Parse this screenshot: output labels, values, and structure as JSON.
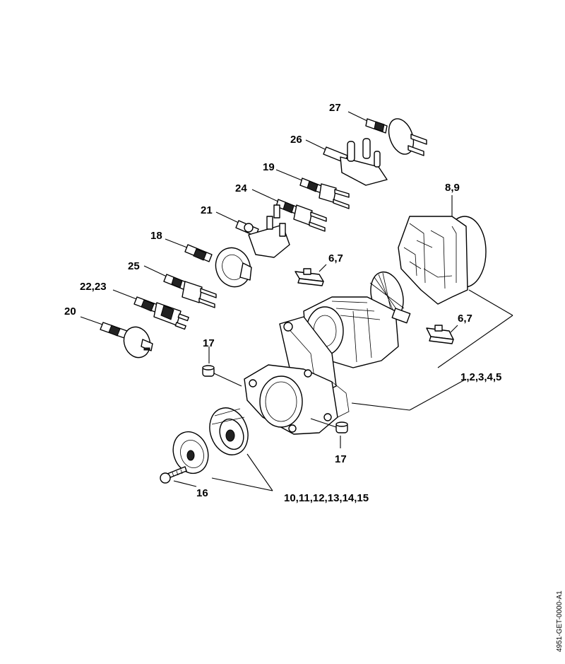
{
  "labels": {
    "l27": "27",
    "l26": "26",
    "l19": "19",
    "l24": "24",
    "l21": "21",
    "l18": "18",
    "l25": "25",
    "l2223": "22,23",
    "l20": "20",
    "l89": "8,9",
    "l67a": "6,7",
    "l67b": "6,7",
    "l12345": "1,2,3,4,5",
    "l17a": "17",
    "l17b": "17",
    "l16": "16",
    "l1015": "10,11,12,13,14,15"
  },
  "drawing_code": "4951-GET-0000-A1"
}
